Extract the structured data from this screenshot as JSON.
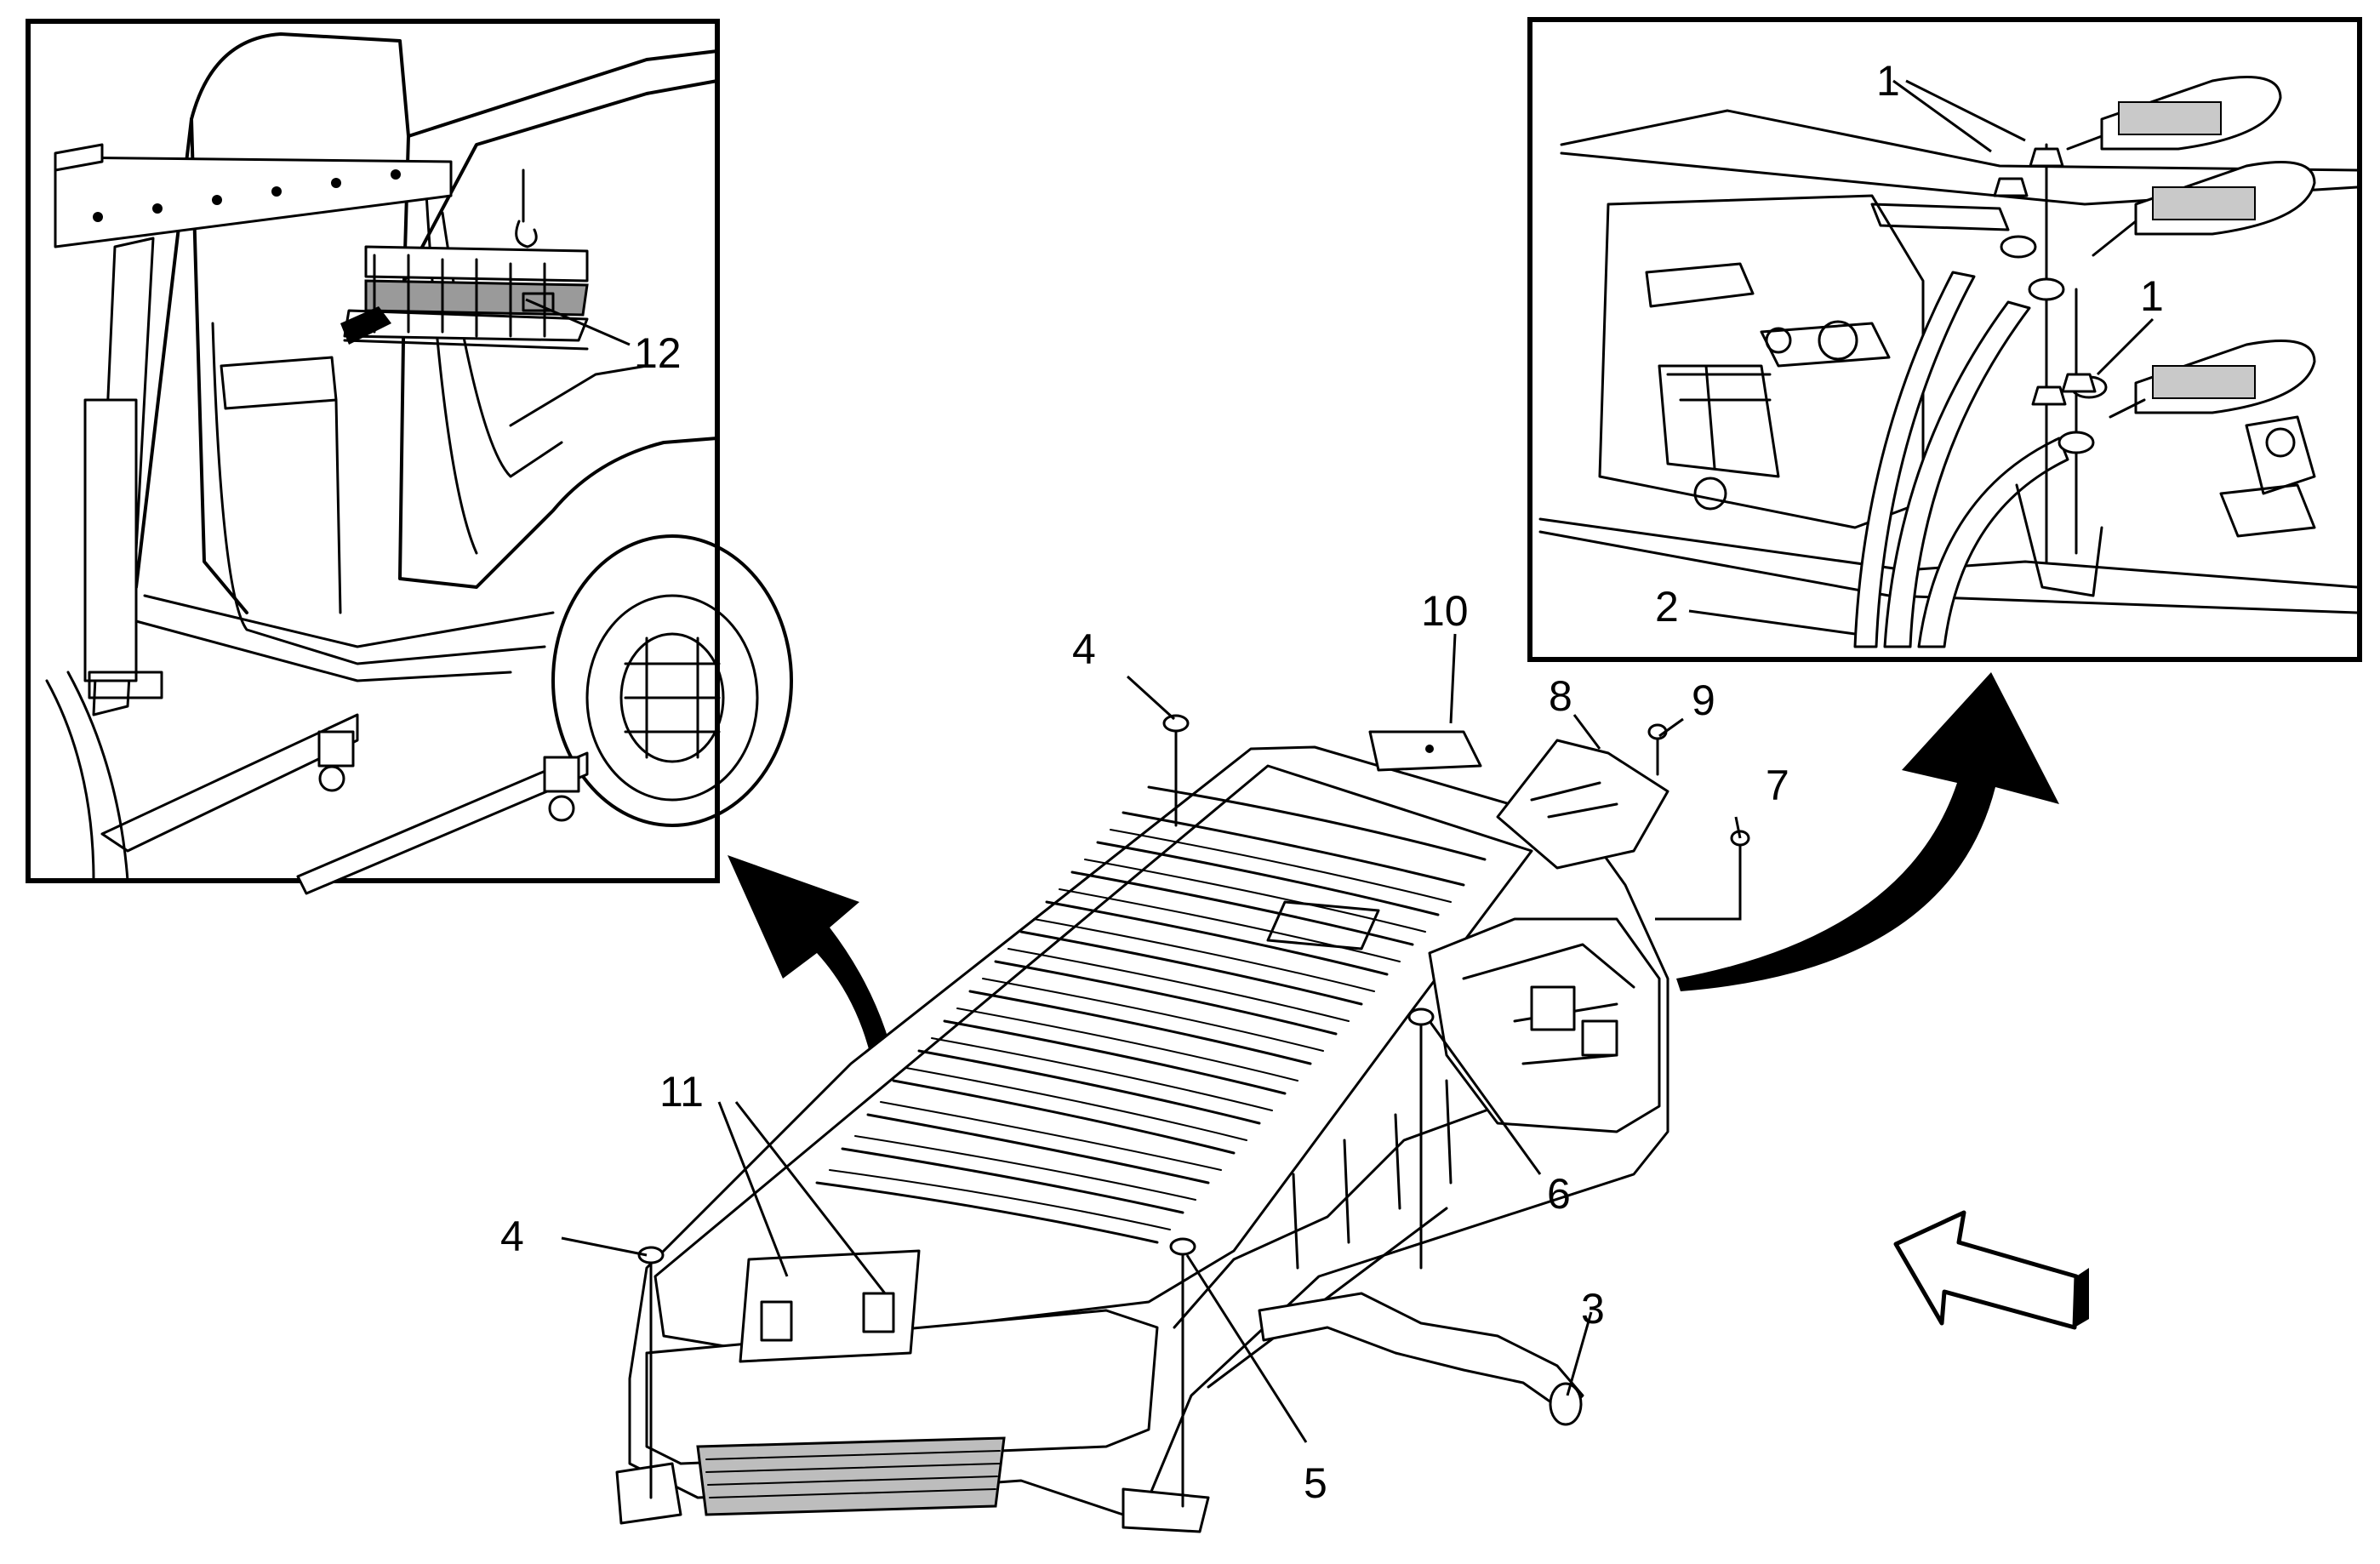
{
  "figure": {
    "background": "#ffffff",
    "line_color": "#000000"
  },
  "callouts": [
    {
      "id": "c1a",
      "text": "1"
    },
    {
      "id": "c1b",
      "text": "1"
    },
    {
      "id": "c2",
      "text": "2"
    },
    {
      "id": "c3",
      "text": "3"
    },
    {
      "id": "c4a",
      "text": "4"
    },
    {
      "id": "c4b",
      "text": "4"
    },
    {
      "id": "c5",
      "text": "5"
    },
    {
      "id": "c6",
      "text": "6"
    },
    {
      "id": "c7",
      "text": "7"
    },
    {
      "id": "c8",
      "text": "8"
    },
    {
      "id": "c9",
      "text": "9"
    },
    {
      "id": "c10",
      "text": "10"
    },
    {
      "id": "c11",
      "text": "11"
    },
    {
      "id": "c12",
      "text": "12"
    }
  ],
  "icons": {
    "left_inset": "vehicle-with-hoist-icon",
    "right_inset": "battery-cable-terminals-icon",
    "main": "battery-pack-assembly-icon",
    "view_arrow": "view-direction-arrow-icon",
    "curved_arrow_left": "curved-arrow-icon",
    "curved_arrow_right": "curved-arrow-icon"
  }
}
